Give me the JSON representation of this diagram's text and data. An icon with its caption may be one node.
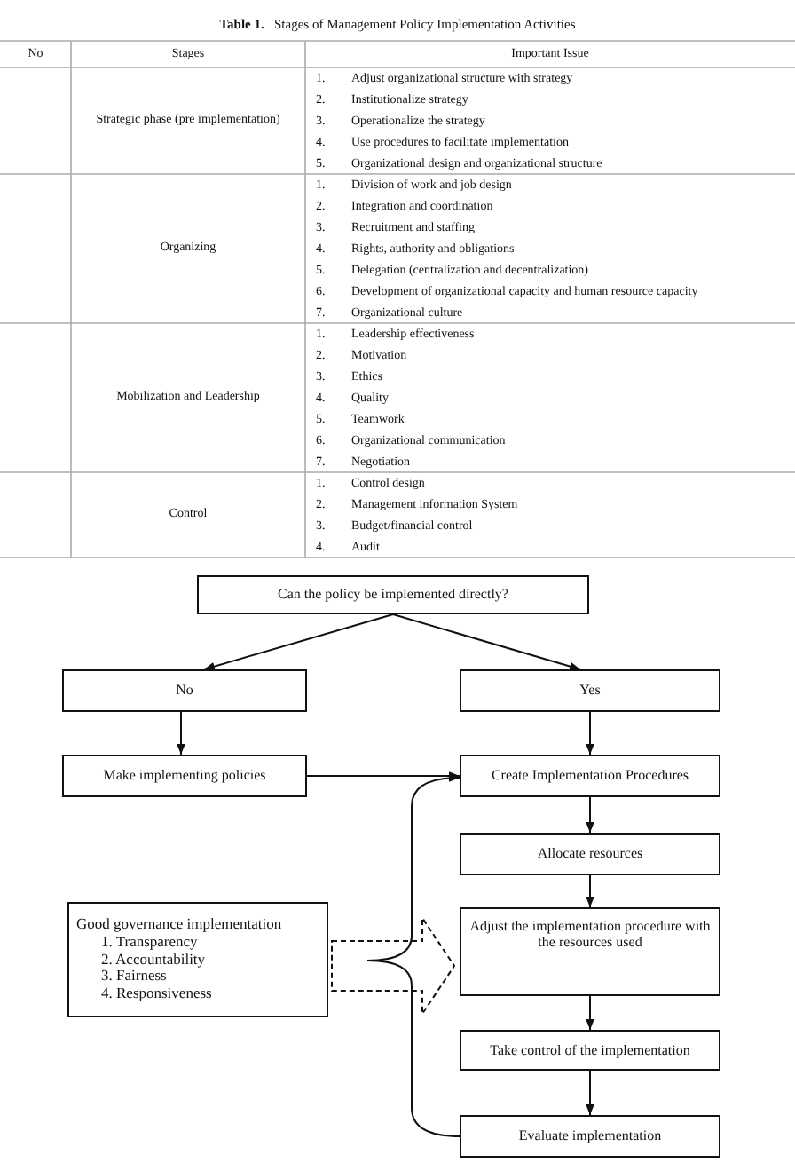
{
  "diagram": {
    "title": "**Table 1.**   Stages of Management Policy Implementation Activities",
    "nodes": [
      {
        "text": [
          "Can the policy be implemented directly?"
        ]
      },
      {
        "text": [
          "No"
        ]
      },
      {
        "text": [
          "Yes"
        ]
      },
      {
        "text": [
          "Make implementing policies"
        ]
      },
      {
        "text": [
          "Create Implementation Procedures"
        ]
      },
      {
        "text": [
          "Allocate resources"
        ]
      },
      {
        "text": [
          "Good governance implementation",
          "1. Transparency",
          "2. Accountability",
          "3. Fairness",
          "4. Responsiveness"
        ]
      },
      {
        "text": [
          "Adjust the implementation procedure with the resources used"
        ]
      },
      {
        "text": [
          "Take control of the implementation"
        ]
      },
      {
        "text": [
          "Evaluate implementation"
        ]
      }
    ],
    "edges": [
      {
        "from": 0,
        "to": 1,
        "arrow": "to"
      },
      {
        "from": 0,
        "to": 2,
        "arrow": "to"
      },
      {
        "from": 1,
        "to": 3,
        "arrow": "to"
      },
      {
        "from": 2,
        "to": 4,
        "arrow": "to"
      },
      {
        "from": 3,
        "to": 4,
        "arrow": "to"
      },
      {
        "from": 4,
        "to": 5,
        "arrow": "to"
      },
      {
        "from": 5,
        "to": 7,
        "arrow": "to"
      },
      {
        "from": 7,
        "to": 8,
        "arrow": "to"
      },
      {
        "from": 8,
        "to": 9,
        "arrow": "to"
      },
      {
        "from": 9,
        "to": 4,
        "arrow": "to"
      },
      {
        "from": 6,
        "to": 7,
        "arrow": "to",
        "style": "dashed"
      }
    ],
    "labels": [
      "No",
      "Stages",
      "Important Issue",
      "Strategic phase (pre implementation)",
      "1.",
      "Adjust organizational structure with strategy",
      "2.",
      "Institutionalize strategy",
      "3.",
      "Operationalize the strategy",
      "4.",
      "Use procedures to facilitate implementation",
      "5.",
      "Organizational design and organizational structure",
      "Organizing",
      "1.",
      "Division of work and job design",
      "2.",
      "Integration and coordination",
      "3.",
      "Recruitment and staffing",
      "4.",
      "Rights, authority and obligations",
      "5.",
      "Delegation (centralization and decentralization)",
      "6.",
      "Development of organizational capacity and human resource capacity",
      "7.",
      "Organizational culture",
      "Mobilization and Leadership",
      "1.",
      "Leadership effectiveness",
      "2.",
      "Motivation",
      "3.",
      "Ethics",
      "4.",
      "Quality",
      "5.",
      "Teamwork",
      "6.",
      "Organizational communication",
      "7.",
      "Negotiation",
      "Control",
      "1.",
      "Control design",
      "2.",
      "Management information System",
      "3.",
      "Budget/financial control",
      "4.",
      "Audit"
    ]
  }
}
